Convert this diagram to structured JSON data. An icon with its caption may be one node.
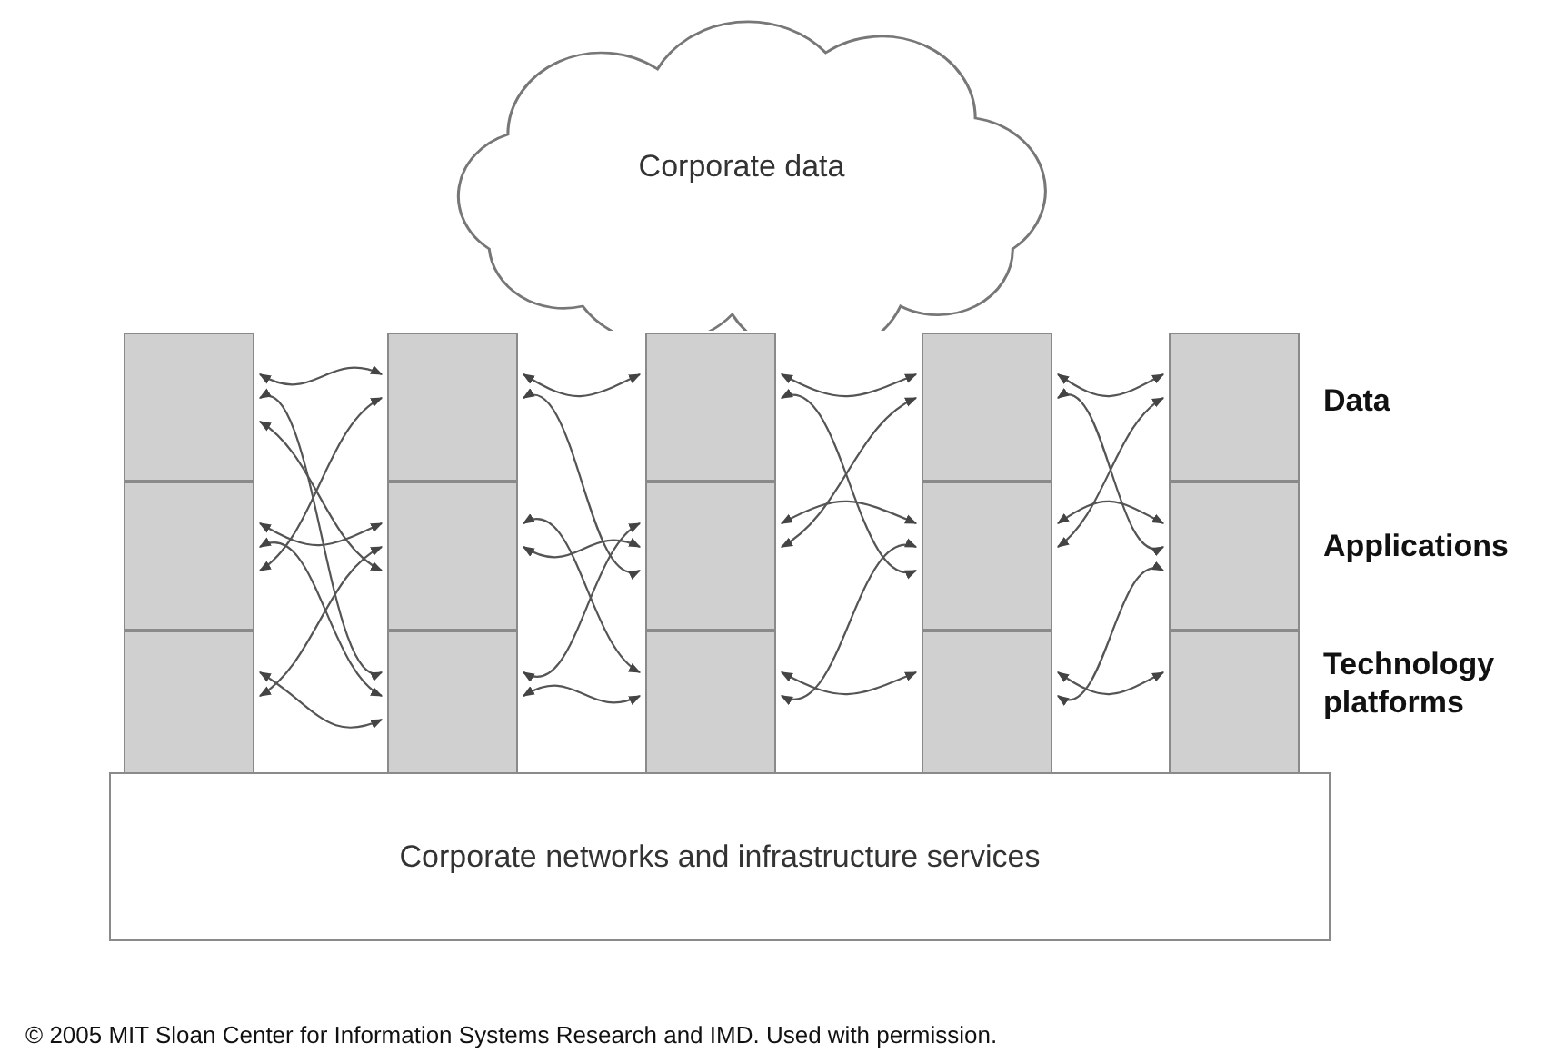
{
  "diagram": {
    "caption": "© 2005 MIT Sloan Center for Information Systems Research and IMD. Used with permission.",
    "nodes": [
      {
        "text": [
          "Corporate data"
        ]
      },
      {
        "text": [],
        "shape": "box"
      },
      {
        "text": [],
        "shape": "box"
      },
      {
        "text": [],
        "shape": "box"
      },
      {
        "text": [],
        "shape": "box"
      },
      {
        "text": [],
        "shape": "box"
      },
      {
        "text": [],
        "shape": "box"
      },
      {
        "text": [],
        "shape": "box"
      },
      {
        "text": [],
        "shape": "box"
      },
      {
        "text": [],
        "shape": "box"
      },
      {
        "text": [],
        "shape": "box"
      },
      {
        "text": [],
        "shape": "box"
      },
      {
        "text": [],
        "shape": "box"
      },
      {
        "text": [],
        "shape": "box"
      },
      {
        "text": [],
        "shape": "box"
      },
      {
        "text": [],
        "shape": "box"
      },
      {
        "text": [
          "Corporate networks and infrastructure services"
        ]
      }
    ],
    "edges": [
      {
        "from": 1,
        "to": 4,
        "arrow": "both"
      },
      {
        "from": 1,
        "to": 6,
        "arrow": "both"
      },
      {
        "from": 2,
        "to": 5,
        "arrow": "both"
      },
      {
        "from": 2,
        "to": 6,
        "arrow": "both"
      },
      {
        "from": 3,
        "to": 6,
        "arrow": "both"
      },
      {
        "from": 3,
        "to": 5,
        "arrow": "both"
      },
      {
        "from": 1,
        "to": 5,
        "arrow": "both"
      },
      {
        "from": 2,
        "to": 4,
        "arrow": "both"
      },
      {
        "from": 4,
        "to": 7,
        "arrow": "both"
      },
      {
        "from": 5,
        "to": 9,
        "arrow": "both"
      },
      {
        "from": 6,
        "to": 8,
        "arrow": "both"
      },
      {
        "from": 6,
        "to": 9,
        "arrow": "both"
      },
      {
        "from": 5,
        "to": 8,
        "arrow": "both"
      },
      {
        "from": 4,
        "to": 8,
        "arrow": "both"
      },
      {
        "from": 7,
        "to": 10,
        "arrow": "both"
      },
      {
        "from": 8,
        "to": 11,
        "arrow": "both"
      },
      {
        "from": 9,
        "to": 12,
        "arrow": "both"
      },
      {
        "from": 8,
        "to": 10,
        "arrow": "both"
      },
      {
        "from": 9,
        "to": 11,
        "arrow": "both"
      },
      {
        "from": 7,
        "to": 11,
        "arrow": "both"
      },
      {
        "from": 10,
        "to": 13,
        "arrow": "both"
      },
      {
        "from": 11,
        "to": 14,
        "arrow": "both"
      },
      {
        "from": 12,
        "to": 15,
        "arrow": "both"
      },
      {
        "from": 10,
        "to": 14,
        "arrow": "both"
      },
      {
        "from": 12,
        "to": 14,
        "arrow": "both"
      },
      {
        "from": 11,
        "to": 13,
        "arrow": "both"
      }
    ],
    "labels": [
      "Data",
      "Applications",
      "Technology platforms"
    ]
  }
}
